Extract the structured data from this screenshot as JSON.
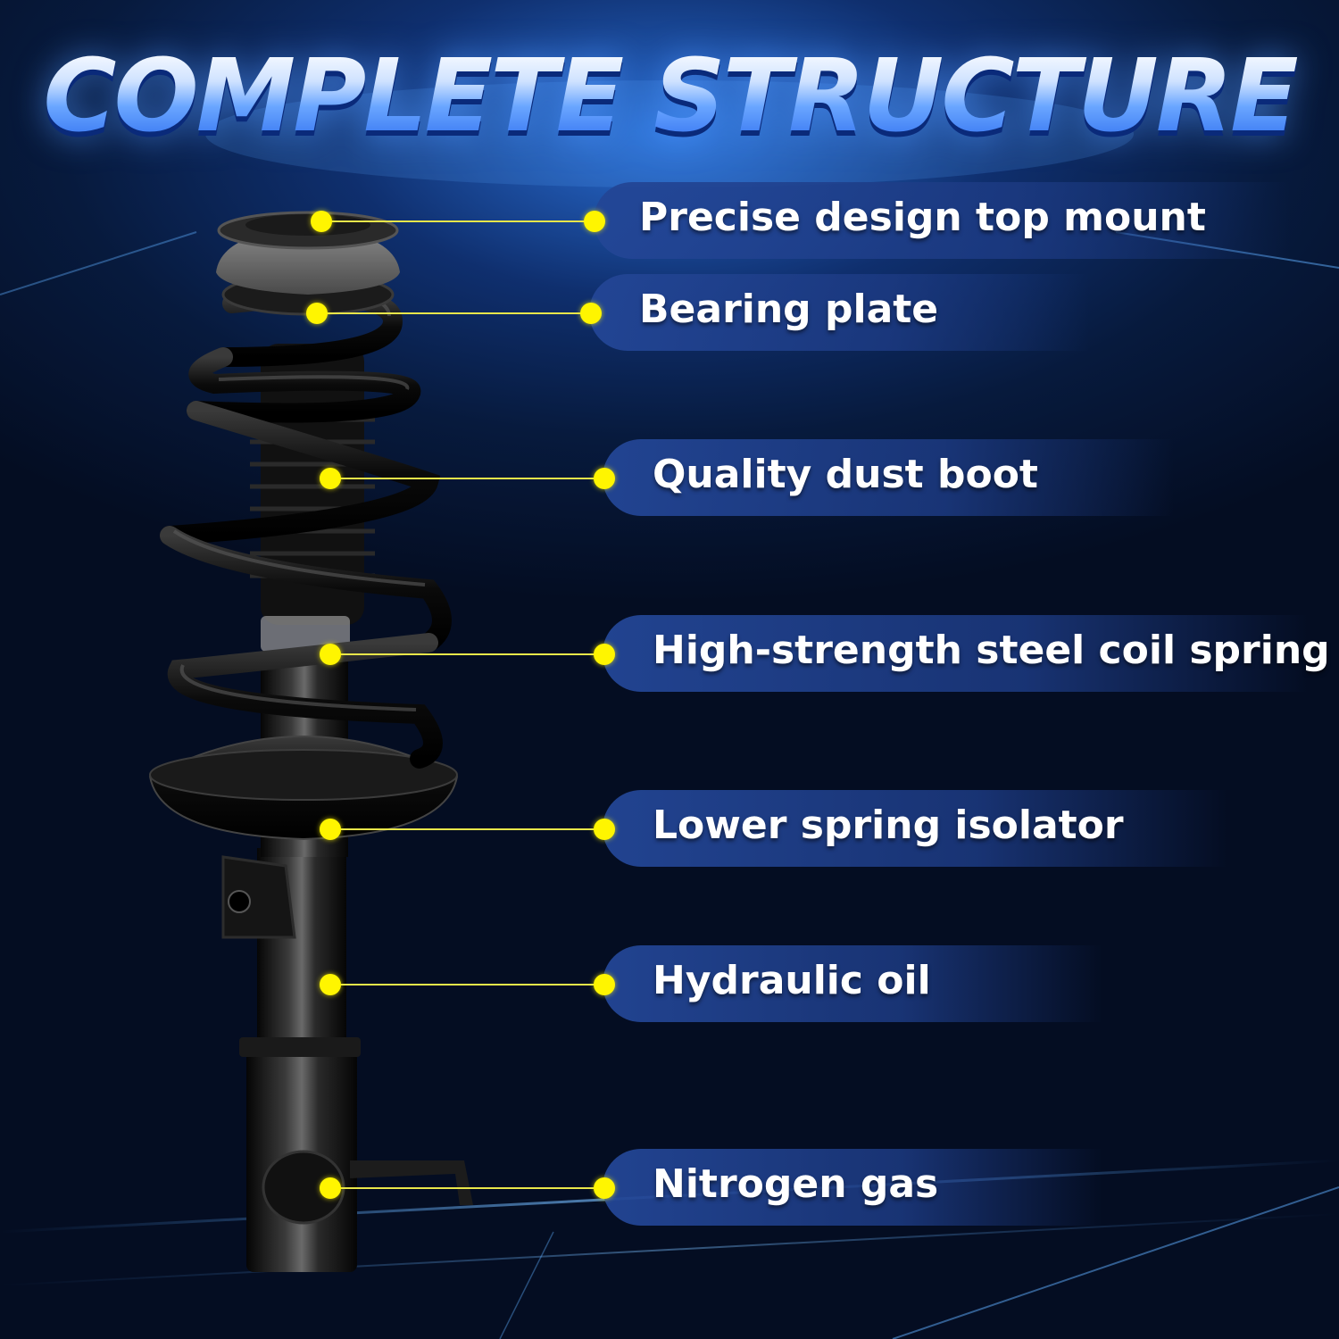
{
  "title": "COMPLETE STRUCTURE",
  "accent_color": "#fff500",
  "pill_color": "#23469a",
  "labels": [
    {
      "text": "Precise design top mount"
    },
    {
      "text": "Bearing plate"
    },
    {
      "text": "Quality dust boot"
    },
    {
      "text": "High-strength steel coil spring"
    },
    {
      "text": "Lower spring isolator"
    },
    {
      "text": "Hydraulic oil"
    },
    {
      "text": "Nitrogen gas"
    }
  ]
}
